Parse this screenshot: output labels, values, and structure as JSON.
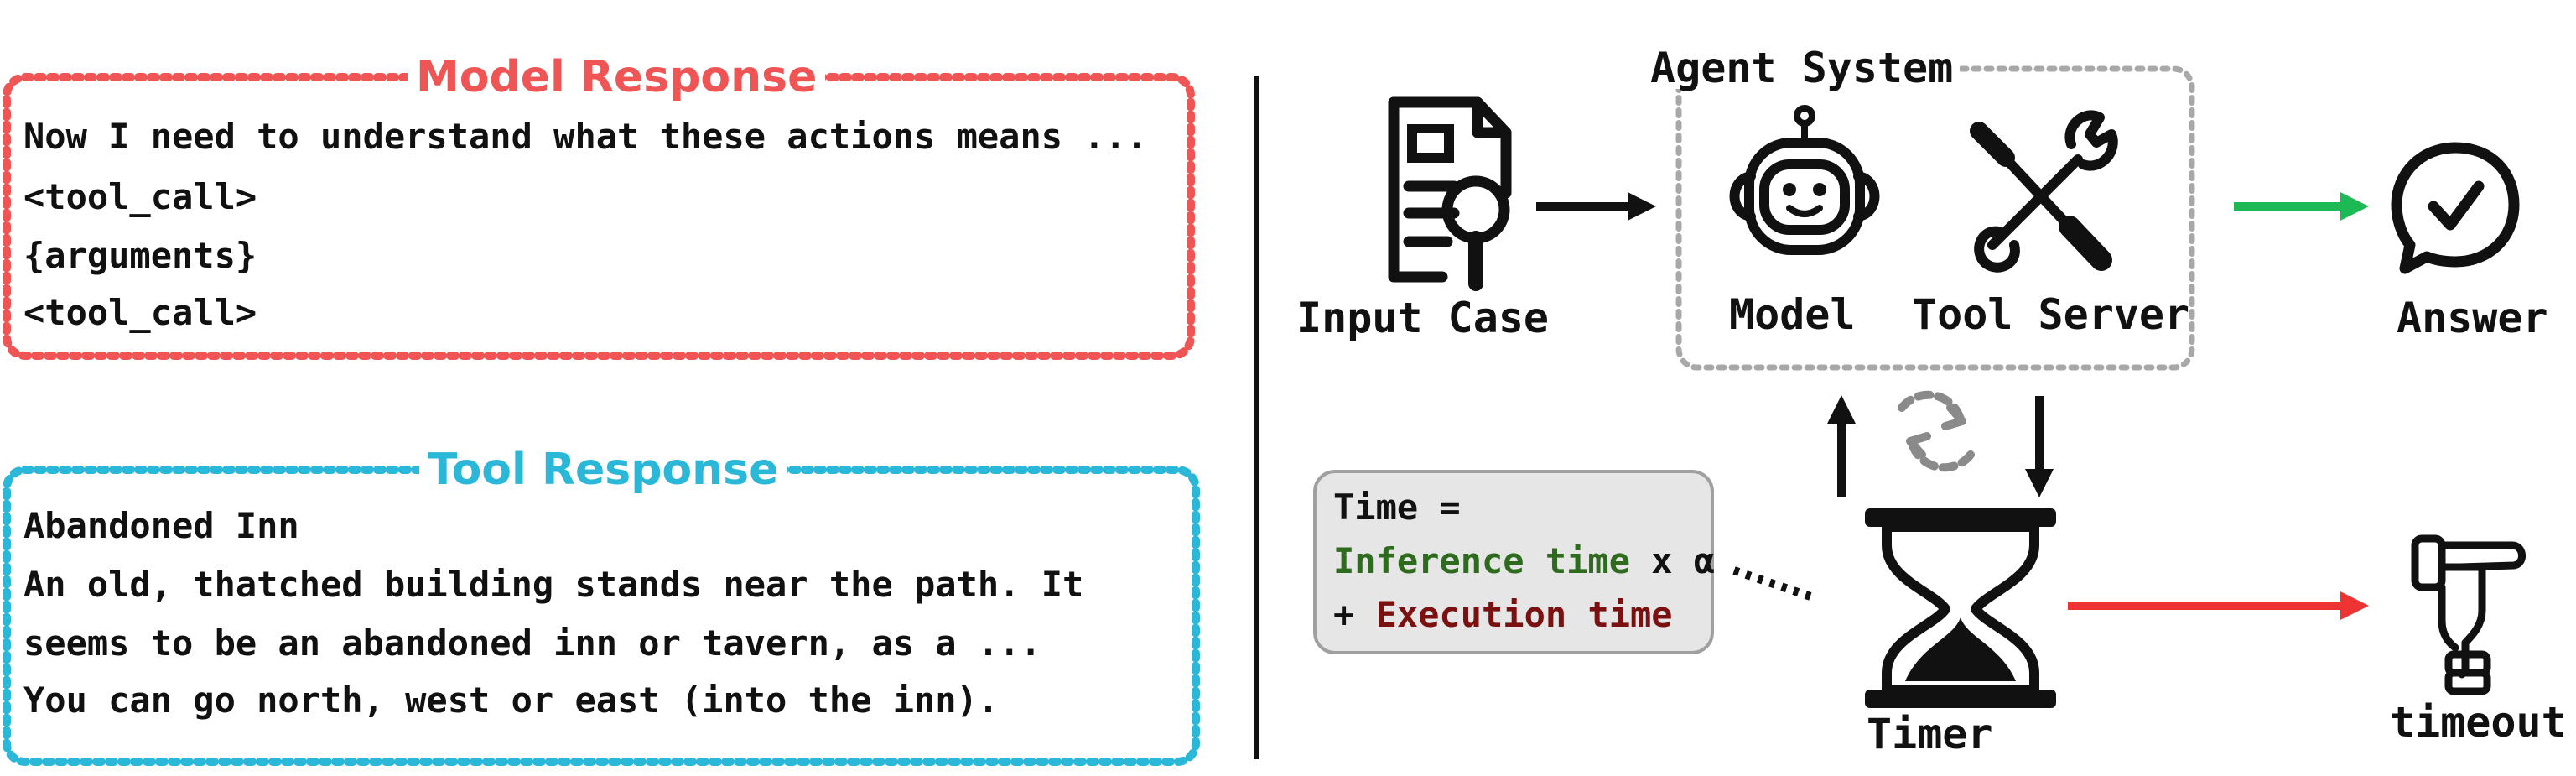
{
  "model_response": {
    "title": "Model Response",
    "lines": [
      "Now I need to understand what these actions means ...",
      "<tool_call>",
      "{arguments}",
      "<tool_call>"
    ]
  },
  "tool_response": {
    "title": "Tool Response",
    "lines": [
      "Abandoned Inn",
      "An old, thatched building stands near the path. It",
      "seems to be an abandoned inn or tavern, as a ...",
      "You can go north, west or east (into the inn)."
    ]
  },
  "diagram": {
    "input_case": "Input Case",
    "agent_system": "Agent System",
    "model": "Model",
    "tool_server": "Tool Server",
    "answer": "Answer",
    "timer": "Timer",
    "timeout": "timeout",
    "formula": {
      "line1": "Time =",
      "inference": "Inference time",
      "times_alpha": " x α",
      "plus": "+ ",
      "execution": "Execution time"
    }
  },
  "colors": {
    "model_response": "#f05555",
    "tool_response": "#2bb8d8",
    "agent_border": "#a8a8a8",
    "answer_arrow": "#1db954",
    "timeout_arrow": "#ee3333",
    "inference_text": "#2e6b1e",
    "execution_text": "#7a1010",
    "formula_bg": "#e6e6e6"
  }
}
